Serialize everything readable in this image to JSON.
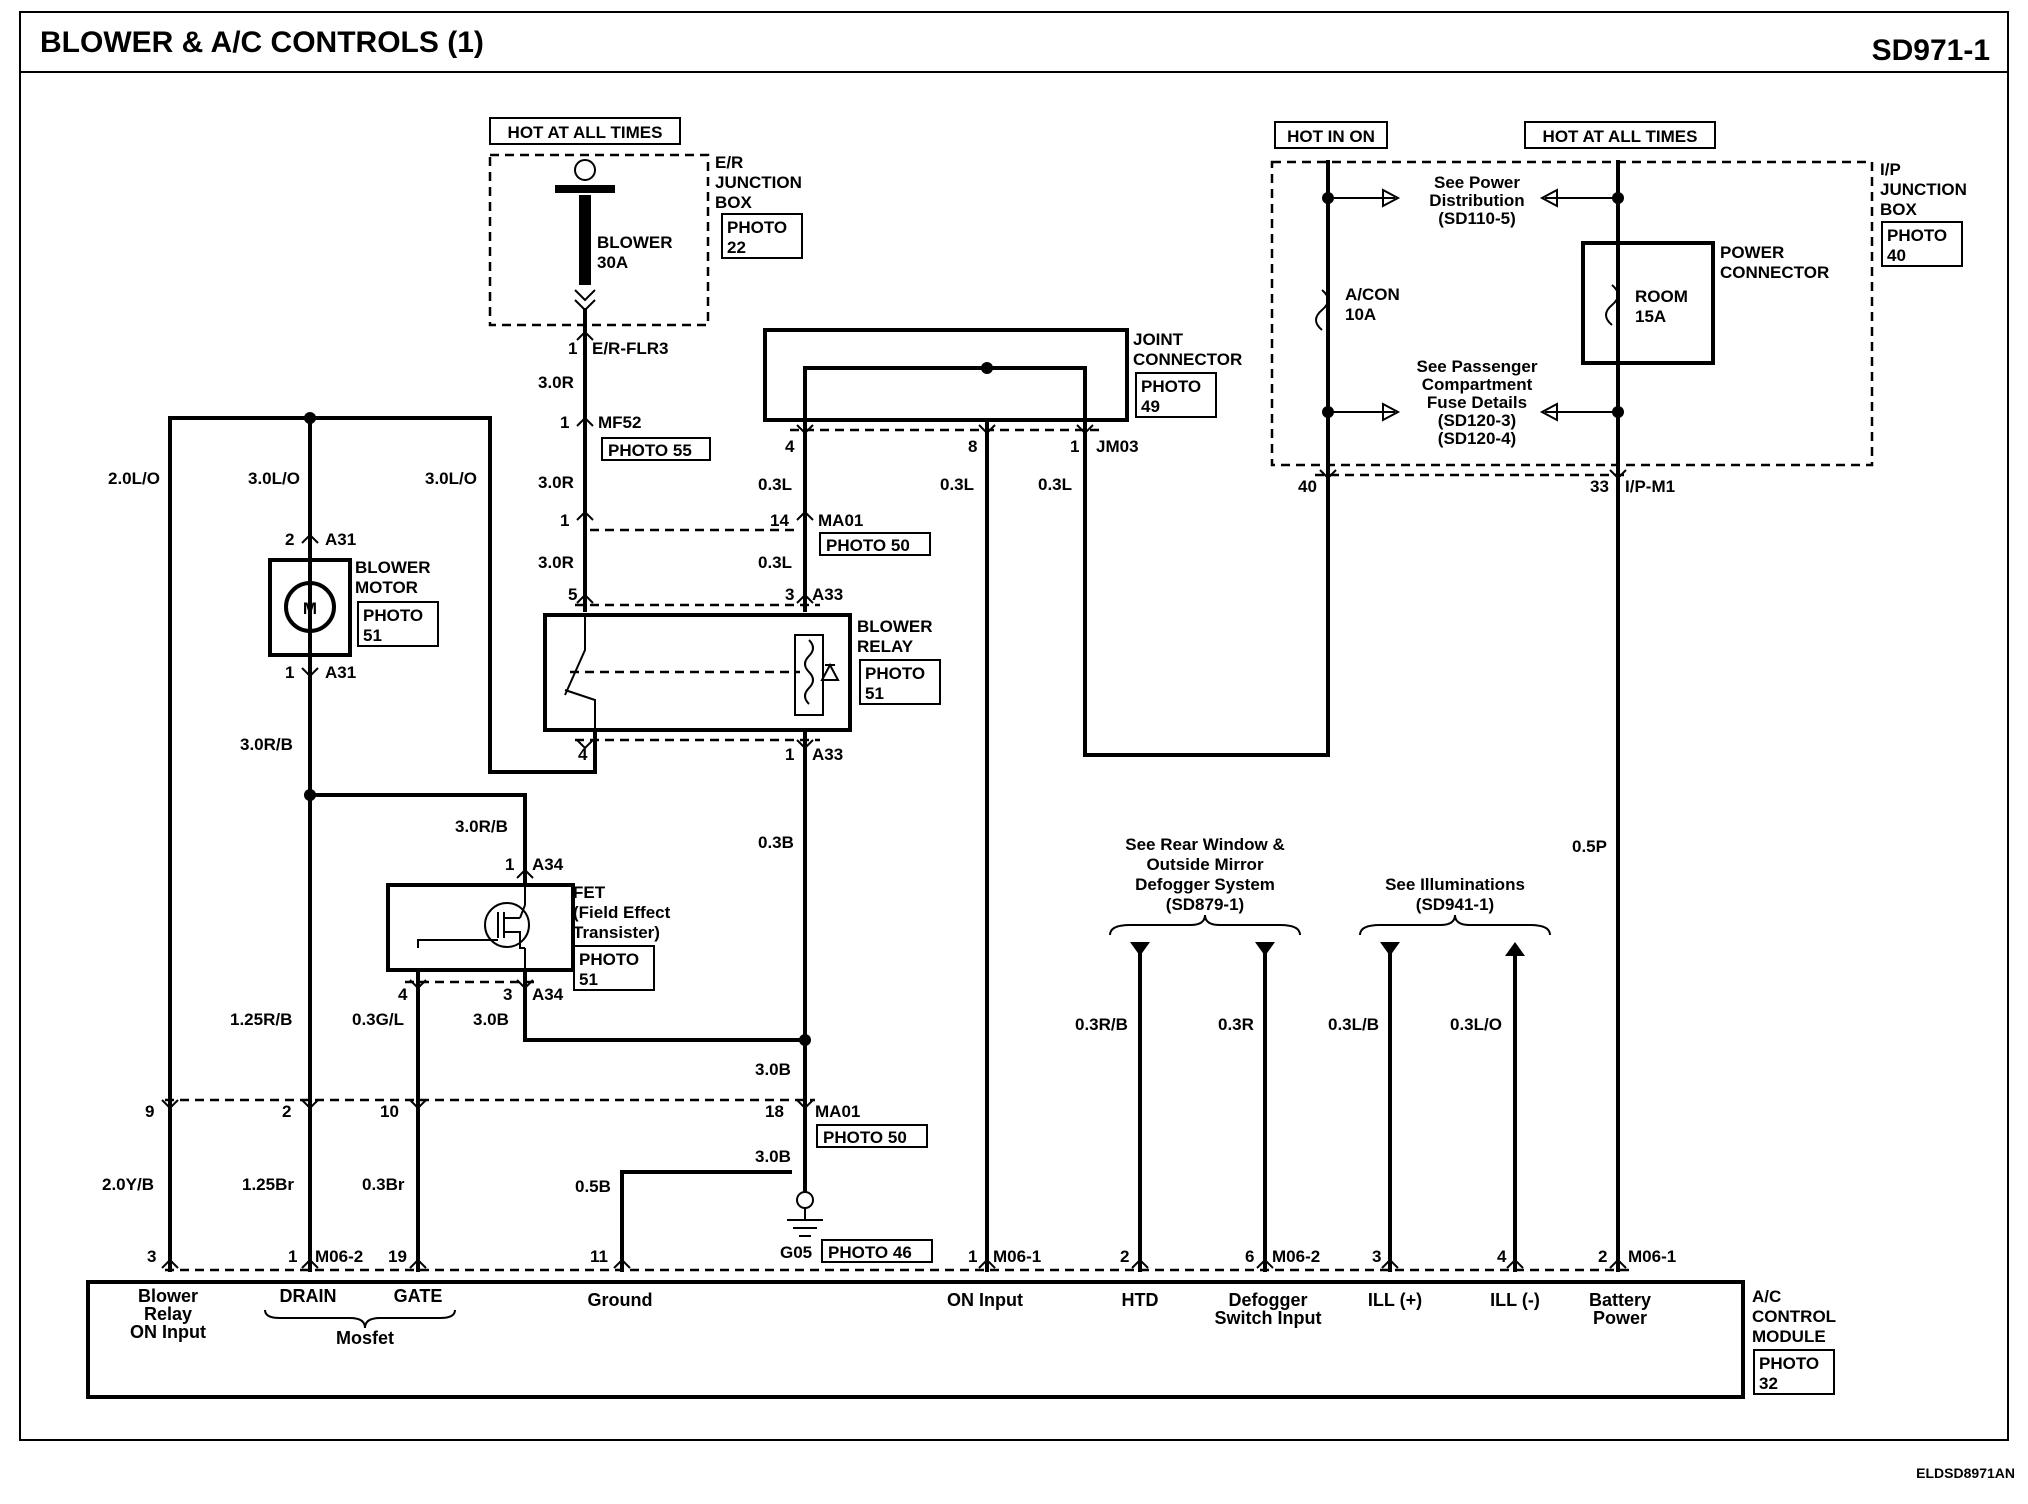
{
  "header": {
    "title": "BLOWER & A/C CONTROLS (1)",
    "code": "SD971-1"
  },
  "footer": {
    "code": "ELDSD8971AN"
  },
  "supplies": {
    "hot_all_left": "HOT AT ALL TIMES",
    "hot_in_on": "HOT IN ON",
    "hot_all_right": "HOT AT ALL TIMES"
  },
  "boxes": {
    "er_junction": {
      "l1": "E/R",
      "l2": "JUNCTION",
      "l3": "BOX",
      "photo1": "PHOTO",
      "photo2": "22"
    },
    "ip_junction": {
      "l1": "I/P",
      "l2": "JUNCTION",
      "l3": "BOX",
      "photo1": "PHOTO",
      "photo2": "40"
    },
    "joint_connector": {
      "l1": "JOINT",
      "l2": "CONNECTOR",
      "photo1": "PHOTO",
      "photo2": "49"
    },
    "blower_motor": {
      "l1": "BLOWER",
      "l2": "MOTOR",
      "photo1": "PHOTO",
      "photo2": "51",
      "symbol": "M"
    },
    "blower_relay": {
      "l1": "BLOWER",
      "l2": "RELAY",
      "photo1": "PHOTO",
      "photo2": "51"
    },
    "fet": {
      "l1": "FET",
      "l2": "(Field Effect",
      "l3": "Transister)",
      "photo1": "PHOTO",
      "photo2": "51"
    },
    "power_connector": {
      "l1": "POWER",
      "l2": "CONNECTOR"
    },
    "ac_control": {
      "l1": "A/C",
      "l2": "CONTROL",
      "l3": "MODULE",
      "photo1": "PHOTO",
      "photo2": "32"
    }
  },
  "fuses": {
    "blower": {
      "l1": "BLOWER",
      "l2": "30A"
    },
    "acon": {
      "l1": "A/CON",
      "l2": "10A"
    },
    "room": {
      "l1": "ROOM",
      "l2": "15A"
    }
  },
  "notes": {
    "power_dist": [
      "See Power",
      "Distribution",
      "(SD110-5)"
    ],
    "pass_fuse": [
      "See Passenger",
      "Compartment",
      "Fuse Details",
      "(SD120-3)",
      "(SD120-4)"
    ],
    "rear_window": [
      "See Rear Window &",
      "Outside Mirror",
      "Defogger System",
      "(SD879-1)"
    ],
    "illum": [
      "See Illuminations",
      "(SD941-1)"
    ]
  },
  "connectors": {
    "er_flr3": "E/R-FLR3",
    "mf52": "MF52",
    "photo55": "PHOTO 55",
    "ma01": "MA01",
    "photo50": "PHOTO 50",
    "a33": "A33",
    "a31": "A31",
    "a34": "A34",
    "jm03": "JM03",
    "ip_m1": "I/P-M1",
    "m06_2": "M06-2",
    "m06_1": "M06-1",
    "g05": "G05",
    "photo46": "PHOTO 46"
  },
  "pins": {
    "p1": "1",
    "p2": "2",
    "p3": "3",
    "p4": "4",
    "p5": "5",
    "p6": "6",
    "p8": "8",
    "p9": "9",
    "p10": "10",
    "p11": "11",
    "p14": "14",
    "p18": "18",
    "p19": "19",
    "p33": "33",
    "p40": "40"
  },
  "wires": {
    "w2_0LO": "2.0L/O",
    "w3_0LO": "3.0L/O",
    "w3_0R": "3.0R",
    "w0_3L": "0.3L",
    "w3_0RB": "3.0R/B",
    "w0_3B": "0.3B",
    "w1_25RB": "1.25R/B",
    "w0_3GL": "0.3G/L",
    "w3_0B": "3.0B",
    "w2_0YB": "2.0Y/B",
    "w1_25Br": "1.25Br",
    "w0_3Br": "0.3Br",
    "w0_5B": "0.5B",
    "w0_5P": "0.5P",
    "w0_3RB": "0.3R/B",
    "w0_3R": "0.3R",
    "w0_3LB": "0.3L/B",
    "w0_3LO": "0.3L/O"
  },
  "module_inputs": {
    "blower_relay": [
      "Blower",
      "Relay",
      "ON Input"
    ],
    "drain": "DRAIN",
    "gate": "GATE",
    "mosfet": "Mosfet",
    "ground": "Ground",
    "on_input": "ON Input",
    "htd": "HTD",
    "defogger": [
      "Defogger",
      "Switch Input"
    ],
    "ill_plus": "ILL (+)",
    "ill_minus": "ILL (-)",
    "battery": [
      "Battery",
      "Power"
    ]
  }
}
